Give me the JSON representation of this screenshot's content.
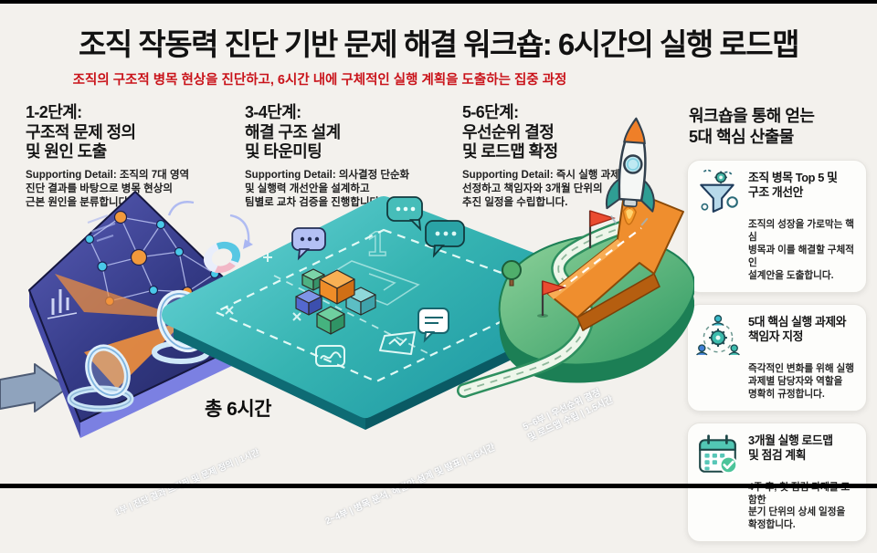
{
  "header": {
    "title": "조직 작동력 진단 기반 문제 해결 워크숍: 6시간의 실행 로드맵",
    "subtitle": "조직의 구조적 병목 현상을 진단하고, 6시간 내에 구체적인 실행 계획을 도출하는 집중 과정"
  },
  "stages": [
    {
      "heading": "1-2단계:\n구조적 문제 정의\n및 원인 도출",
      "detail": "Supporting Detail: 조직의 7대 영역\n진단 결과를 바탕으로 병목 현상의\n근본 원인을 분류합니다."
    },
    {
      "heading": "3-4단계:\n해결 구조 설계\n및 타운미팅",
      "detail": "Supporting Detail: 의사결정 단순화\n및 실행력 개선안을 설계하고\n팀별로 교차 검증을 진행합니다."
    },
    {
      "heading": "5-6단계:\n우선순위 결정\n및 로드맵 확정",
      "detail": "Supporting Detail: 즉시 실행 과제를\n선정하고 책임자와 3개월 단위의\n추진 일정을 수립합니다."
    }
  ],
  "sidebar": {
    "heading": "워크숍을 통해 얻는\n5대 핵심 산출물",
    "cards": [
      {
        "icon": "funnel-gear-icon",
        "title": "조직 병목 Top 5 및\n구조 개선안",
        "body": "조직의 성장을 가로막는 핵심\n병목과 이를 해결할 구체적인\n설계안을 도출합니다."
      },
      {
        "icon": "team-gear-icon",
        "title": "5대 핵심 실행 과제와\n책임자 지정",
        "body": "즉각적인 변화를 위해 실행\n과제별 담당자와 역할을\n명확히 규정합니다."
      },
      {
        "icon": "calendar-check-icon",
        "title": "3개월 실행 로드맵\n및 점검 계획",
        "body": "4주 후, 첫 점검 과제를 포함한\n분기 단위의 상세 일정을\n확정합니다."
      }
    ]
  },
  "roadmap": {
    "total_duration": "총 6시간",
    "segments": [
      {
        "label": "1부 | 진단 결과 브리핑 및 문제 정의 | 1시간"
      },
      {
        "label": "2~4부 | 병목 분석, 해결안 설계 및 발표 | 3.6시간"
      },
      {
        "label": "5~6부 | 우선순위 결정\n및 로드맵 수립 | 1.5시간"
      }
    ]
  },
  "colors": {
    "subtitle_red": "#c9131a",
    "navy_board": "#34387f",
    "teal_platform": "#2fb5ad",
    "green_hill": "#3f9e66",
    "accent_orange": "#ef8e2e",
    "flag_red": "#ea4b30"
  }
}
